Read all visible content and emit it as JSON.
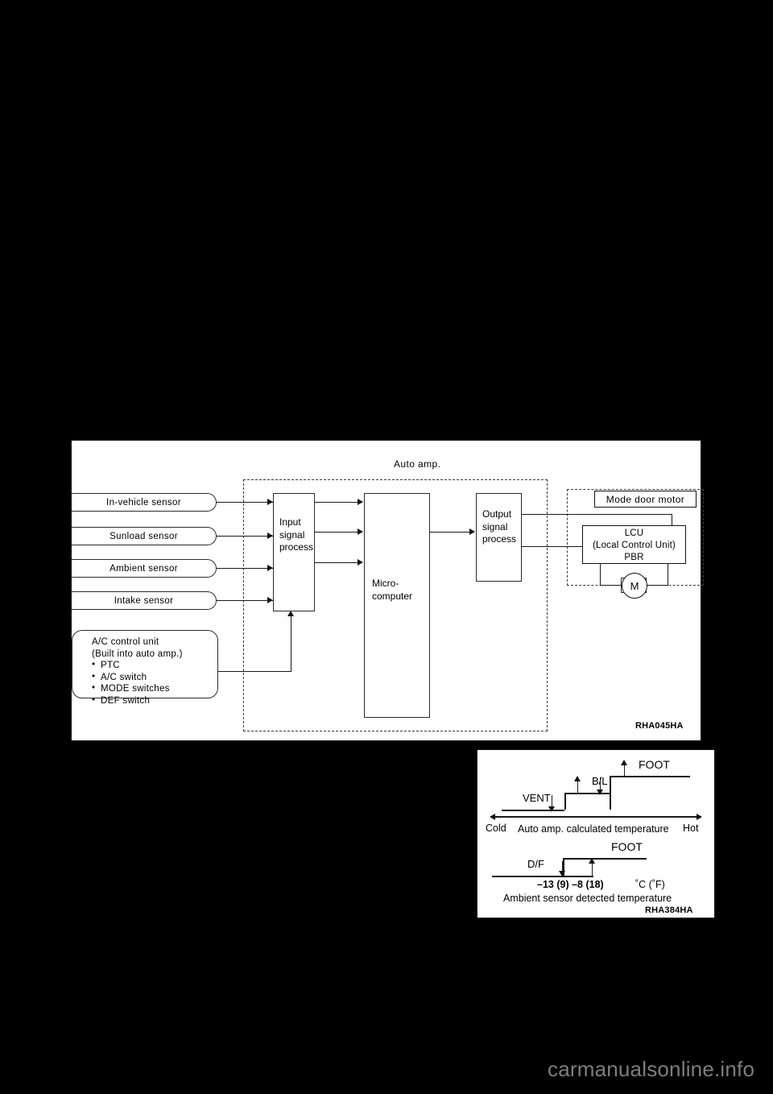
{
  "page": {
    "watermark": "carmanualsonline.info",
    "background_color": "#000000",
    "panel_color": "#ffffff"
  },
  "main_diagram": {
    "figure_code": "RHA045HA",
    "auto_amp_label": "Auto amp.",
    "sensors": [
      {
        "label": "In-vehicle sensor"
      },
      {
        "label": "Sunload sensor"
      },
      {
        "label": "Ambient sensor"
      },
      {
        "label": "Intake sensor"
      }
    ],
    "control_unit": {
      "title": "A/C control unit",
      "subtitle": "(Built into auto amp.)",
      "items": [
        "PTC",
        "A/C switch",
        "MODE switches",
        "DEF switch"
      ]
    },
    "blocks": {
      "input_signal_process": "Input\nsignal\nprocess",
      "input_signal_process_lines": [
        "Input",
        "signal",
        "process"
      ],
      "microcomputer_lines": [
        "Micro-",
        "computer"
      ],
      "output_signal_process_lines": [
        "Output",
        "signal",
        "process"
      ]
    },
    "mode_door_motor": {
      "title": "Mode door motor",
      "lcu_lines": [
        "LCU",
        "(Local Control Unit)",
        "PBR"
      ],
      "motor_symbol": "M"
    }
  },
  "chart_data": {
    "type": "line",
    "figure_code": "RHA384HA",
    "title": "",
    "upper": {
      "axis_label": "Auto amp. calculated temperature",
      "axis_left_label": "Cold",
      "axis_right_label": "Hot",
      "steps": [
        "VENT",
        "B/L",
        "FOOT"
      ]
    },
    "lower": {
      "axis_label": "Ambient sensor detected temperature",
      "steps": [
        "D/F",
        "FOOT"
      ],
      "thresholds": "–13 (9) –8 (18)",
      "units": "˚C (˚F)"
    }
  }
}
